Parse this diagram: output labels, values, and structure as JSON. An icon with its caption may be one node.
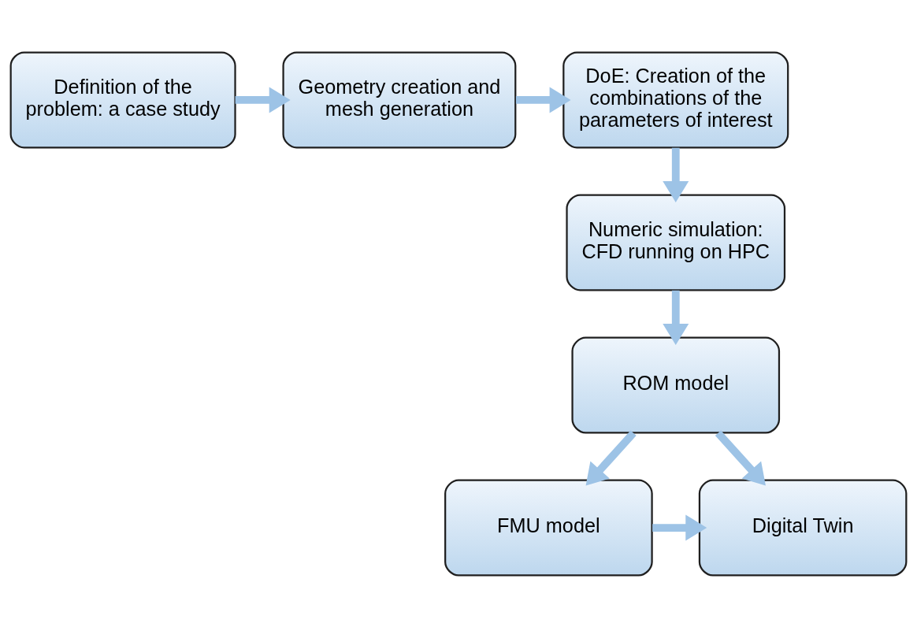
{
  "diagram": {
    "nodes": [
      {
        "text": [
          "Definition of the problem: a case study"
        ]
      },
      {
        "text": [
          "Geometry creation and mesh generation"
        ]
      },
      {
        "text": [
          "DoE: Creation of the combinations of the parameters of interest"
        ]
      },
      {
        "text": [
          "Numeric simulation: CFD running on HPC"
        ]
      },
      {
        "text": [
          "ROM model"
        ]
      },
      {
        "text": [
          "FMU model"
        ]
      },
      {
        "text": [
          "Digital Twin"
        ]
      }
    ],
    "edges": [
      {
        "from": 0,
        "to": 1,
        "arrow": "to"
      },
      {
        "from": 1,
        "to": 2,
        "arrow": "to"
      },
      {
        "from": 2,
        "to": 3,
        "arrow": "to"
      },
      {
        "from": 3,
        "to": 4,
        "arrow": "to"
      },
      {
        "from": 4,
        "to": 5,
        "arrow": "to"
      },
      {
        "from": 4,
        "to": 6,
        "arrow": "to"
      },
      {
        "from": 5,
        "to": 6,
        "arrow": "to"
      }
    ]
  }
}
